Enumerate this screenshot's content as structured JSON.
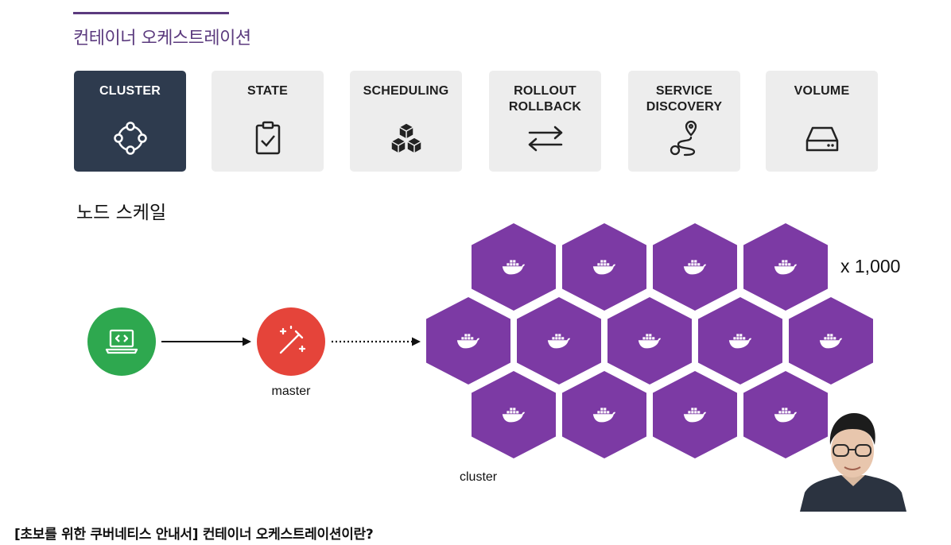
{
  "header": {
    "title": "컨테이너 오케스트레이션"
  },
  "cards": [
    {
      "label": "CLUSTER",
      "icon": "cluster-icon",
      "active": true
    },
    {
      "label": "STATE",
      "icon": "clipboard-check-icon",
      "active": false
    },
    {
      "label": "SCHEDULING",
      "icon": "boxes-icon",
      "active": false
    },
    {
      "label": "ROLLOUT\nROLLBACK",
      "icon": "swap-arrows-icon",
      "active": false
    },
    {
      "label": "SERVICE\nDISCOVERY",
      "icon": "route-pin-icon",
      "active": false
    },
    {
      "label": "VOLUME",
      "icon": "drive-icon",
      "active": false
    }
  ],
  "section": {
    "title": "노드 스케일"
  },
  "diagram": {
    "client_icon": "laptop-code-icon",
    "master_label": "master",
    "master_icon": "magic-wand-icon",
    "cluster_label": "cluster",
    "scale_label": "x 1,000",
    "node_icon": "docker-whale-icon",
    "colors": {
      "client": "#2ea84f",
      "master": "#e5443a",
      "node": "#7c3aa4",
      "active_card": "#2e3b4e"
    }
  },
  "caption": {
    "text": "[초보를 위한 쿠버네티스 안내서] 컨테이너 오케스트레이션이란?"
  }
}
